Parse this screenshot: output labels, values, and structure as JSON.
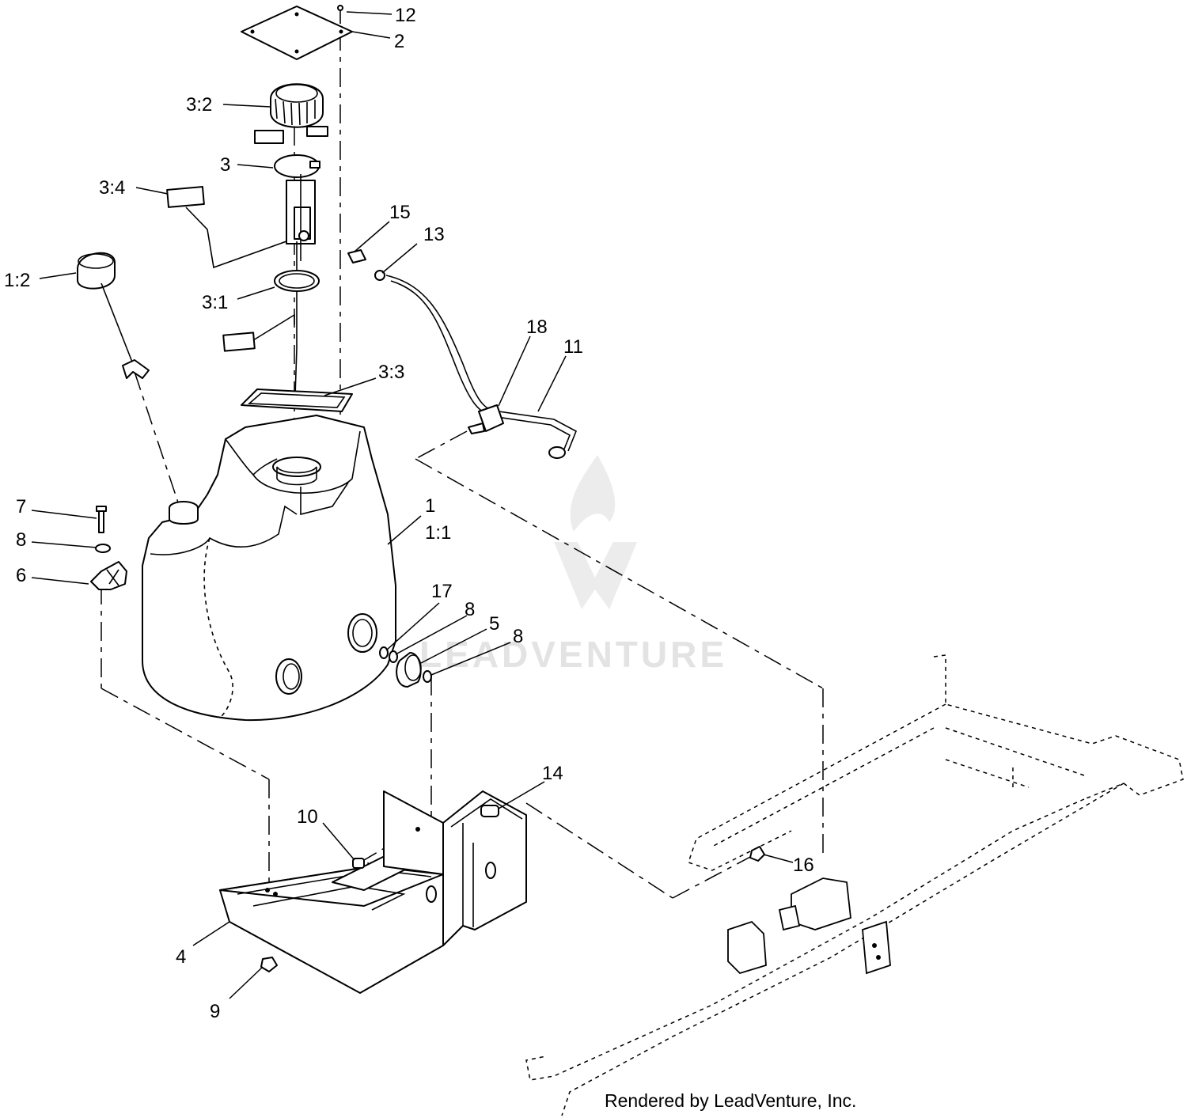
{
  "callouts": [
    {
      "id": "12",
      "label": "12"
    },
    {
      "id": "2",
      "label": "2"
    },
    {
      "id": "3-2",
      "label": "3:2"
    },
    {
      "id": "3",
      "label": "3"
    },
    {
      "id": "3-4",
      "label": "3:4"
    },
    {
      "id": "15",
      "label": "15"
    },
    {
      "id": "13",
      "label": "13"
    },
    {
      "id": "1-2",
      "label": "1:2"
    },
    {
      "id": "3-1",
      "label": "3:1"
    },
    {
      "id": "18",
      "label": "18"
    },
    {
      "id": "11",
      "label": "11"
    },
    {
      "id": "3-3",
      "label": "3:3"
    },
    {
      "id": "1",
      "label": "1"
    },
    {
      "id": "1-1",
      "label": "1:1"
    },
    {
      "id": "7",
      "label": "7"
    },
    {
      "id": "8a",
      "label": "8"
    },
    {
      "id": "6",
      "label": "6"
    },
    {
      "id": "17",
      "label": "17"
    },
    {
      "id": "8b",
      "label": "8"
    },
    {
      "id": "5",
      "label": "5"
    },
    {
      "id": "8c",
      "label": "8"
    },
    {
      "id": "14",
      "label": "14"
    },
    {
      "id": "10",
      "label": "10"
    },
    {
      "id": "16",
      "label": "16"
    },
    {
      "id": "4",
      "label": "4"
    },
    {
      "id": "9",
      "label": "9"
    }
  ],
  "watermark": {
    "text": "LEADVENTURE",
    "logo": "leadventure-flame-logo"
  },
  "credit": "Rendered by LeadVenture, Inc."
}
